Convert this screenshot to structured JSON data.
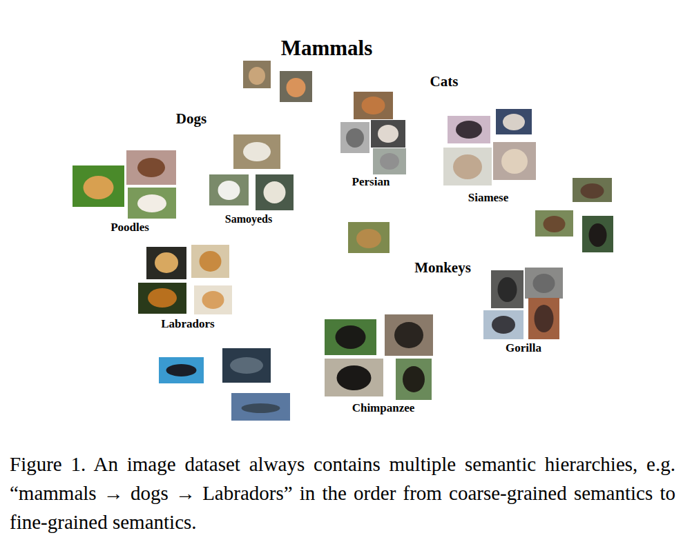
{
  "diagram": {
    "caption": "Figure 1. An image dataset always contains multiple semantic hierarchies, e.g. “mammals → dogs → Labradors” in the order from coarse-grained semantics to fine-grained semantics.",
    "nodes": [
      {
        "text": [
          "Mammals"
        ]
      },
      {
        "text": [
          "Dogs"
        ],
        "in": 0
      },
      {
        "text": [
          "Poodles"
        ],
        "in": 1
      },
      {
        "text": [
          "Samoyeds"
        ],
        "in": 1
      },
      {
        "text": [
          "Labradors"
        ],
        "in": 1
      },
      {
        "text": [
          "Cats"
        ],
        "in": 0
      },
      {
        "text": [
          "Persian"
        ],
        "in": 5
      },
      {
        "text": [
          "Siamese"
        ],
        "in": 5
      },
      {
        "text": [
          "Monkeys"
        ],
        "in": 0
      },
      {
        "text": [
          "Chimpanzee"
        ],
        "in": 8
      },
      {
        "text": [
          "Gorilla"
        ],
        "in": 8
      }
    ]
  }
}
